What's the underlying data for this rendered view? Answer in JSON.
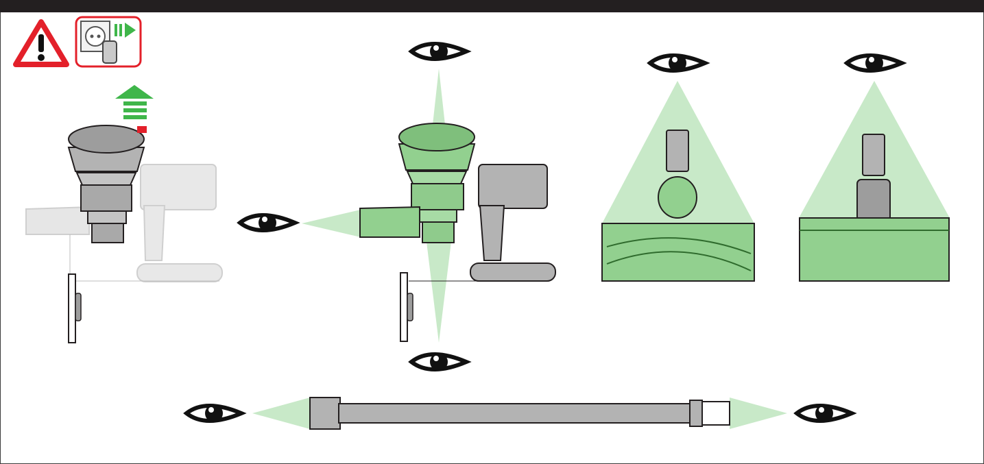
{
  "colors": {
    "header_bar": "#231f20",
    "warning_red": "#e3202a",
    "arrow_green": "#3fb64a",
    "inspect_green": "#92d08f",
    "view_cone": "#c8e9c8",
    "metal_grey": "#b3b3b3",
    "ghost_grey": "#e2e2e2",
    "outline": "#231f20",
    "eye_black": "#111111"
  },
  "icons": {
    "warning": "warning-triangle-icon",
    "unplug": "unplug-charger-icon",
    "lift_arrow": "lift-up-arrow-icon",
    "eye": "eye-icon"
  },
  "panels": [
    {
      "id": "remove-bin",
      "content": "bin-lifted-from-handheld"
    },
    {
      "id": "inspect-bin-and-inlet",
      "content": "green-highlighted-cyclone"
    },
    {
      "id": "inspect-motorbar-head",
      "content": "green-highlighted-motorbar"
    },
    {
      "id": "inspect-softroller-head",
      "content": "green-highlighted-softroller"
    },
    {
      "id": "inspect-wand",
      "content": "green-highlighted-wand-ends"
    }
  ]
}
